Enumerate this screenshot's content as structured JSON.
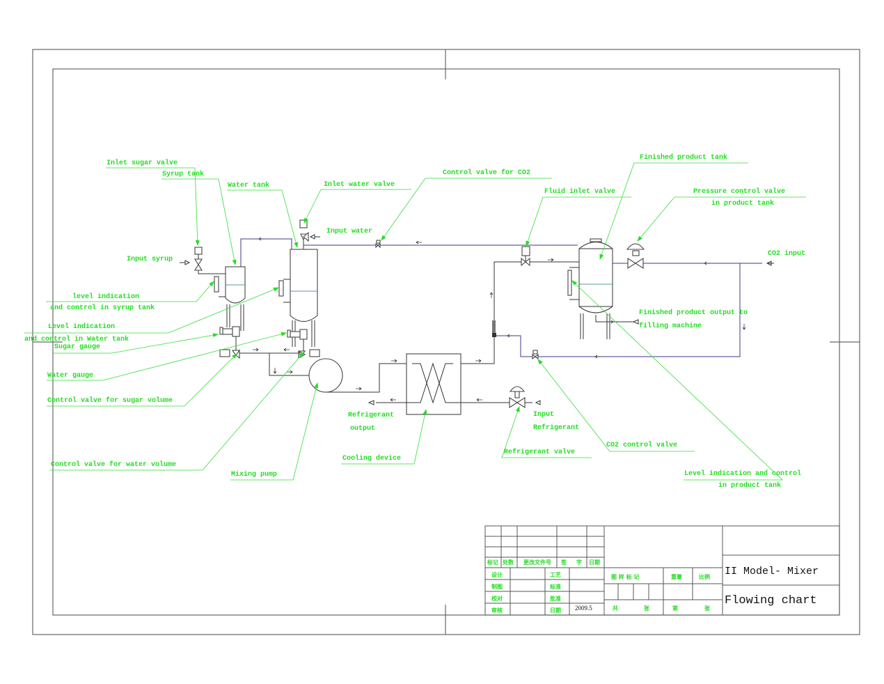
{
  "drawing": {
    "title_line1": "II Model- Mixer",
    "title_line2": "Flowing chart",
    "date": "2009.5"
  },
  "labels": {
    "inlet_sugar_valve": "Inlet sugar valve",
    "syrup_tank": "Syrup tank",
    "water_tank": "Water tank",
    "inlet_water_valve": "Inlet water valve",
    "input_water": "Input water",
    "control_valve_co2": "Control valve for CO2",
    "fluid_inlet_valve": "Fluid inlet valve",
    "finished_product_tank": "Finished product tank",
    "pressure_control_valve_1": "Pressure control valve",
    "pressure_control_valve_2": "in product tank",
    "co2_input": "CO2 input",
    "input_syrup": "Input syrup",
    "level_syrup_1": "level indication",
    "level_syrup_2": "and control in syrup tank",
    "level_water_1": "Level indication",
    "level_water_2": "and control in Water tank",
    "sugar_gauge": "Sugar gauge",
    "water_gauge": "Water gauge",
    "control_valve_sugar": "Control valve for sugar volume",
    "control_valve_water": "Control valve for water volume",
    "mixing_pump": "Mixing pump",
    "refrigerant_output_1": "Refrigerant",
    "refrigerant_output_2": "output",
    "cooling_device": "Cooling device",
    "input_refrigerant_1": "Input",
    "input_refrigerant_2": "Refrigerant",
    "refrigerant_valve": "Refrigerant valve",
    "co2_control_valve": "CO2 control valve",
    "finished_output_1": "Finished product output to",
    "finished_output_2": "filling machine",
    "level_product_1": "Level indication and control",
    "level_product_2": "in product tank"
  },
  "title_block": {
    "rev_headers": [
      "标记",
      "处数",
      "更改文件号",
      "签",
      "字",
      "日期"
    ],
    "roles_left": [
      "设计",
      "制图",
      "校对",
      "审核"
    ],
    "roles_mid": [
      "工艺",
      "标准",
      "批准",
      "日期"
    ],
    "sample_mark": "图 样 标 记",
    "weight": "重量",
    "scale": "比例",
    "total": "共",
    "sheets": "张",
    "sheet_no": "第",
    "page": "张"
  }
}
